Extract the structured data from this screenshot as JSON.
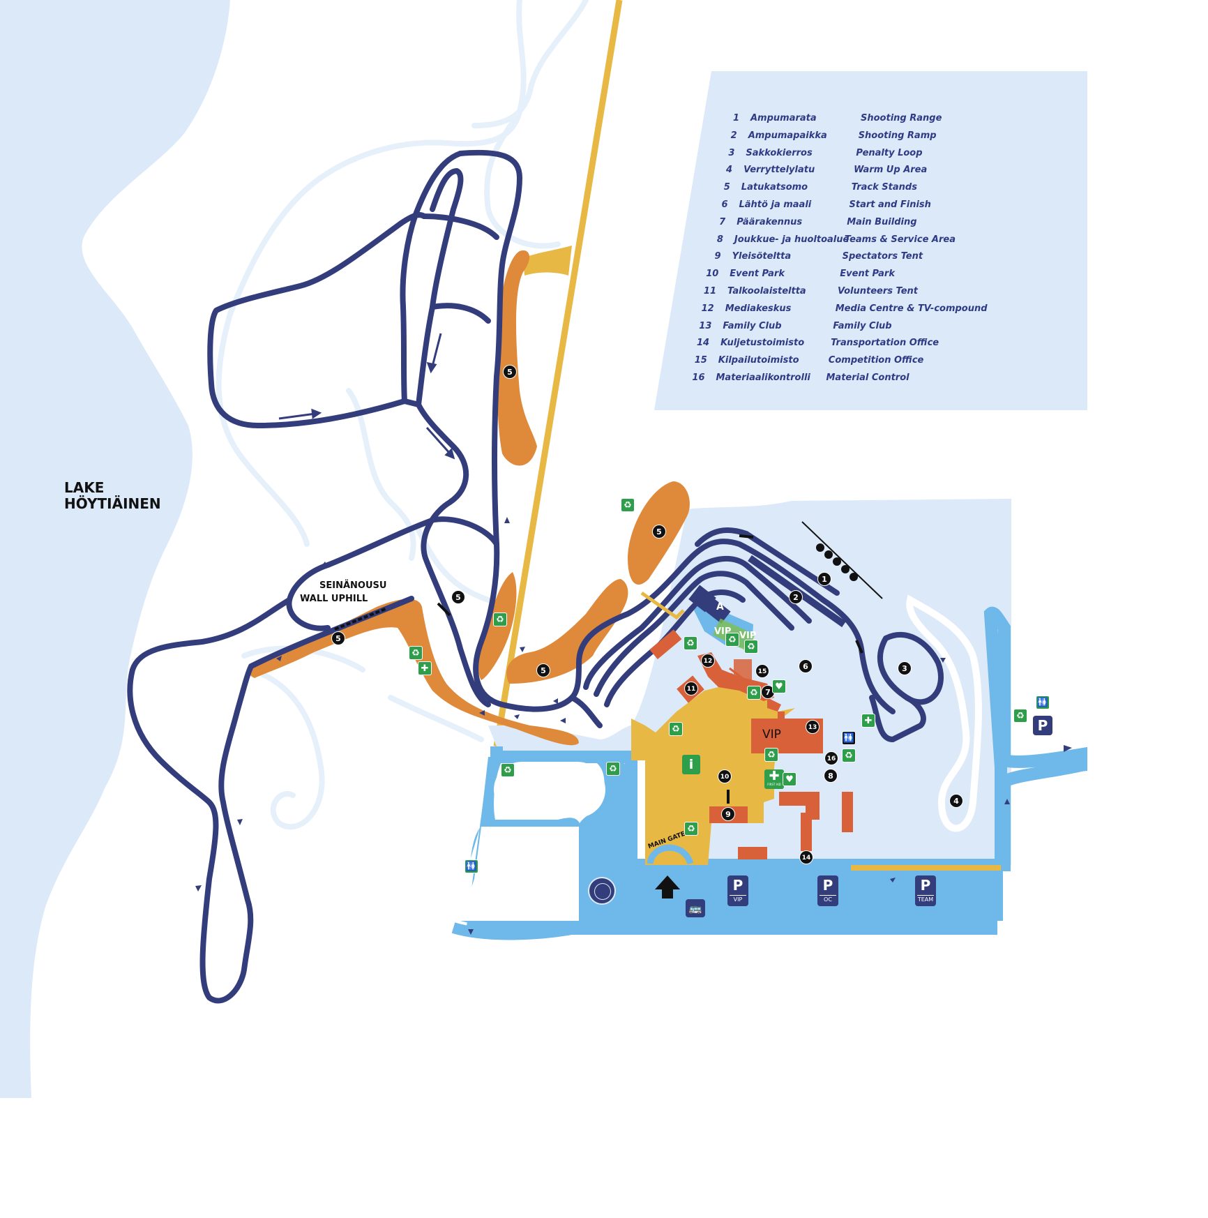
{
  "labels": {
    "lake_line1": "LAKE",
    "lake_line2": "HÖYTIÄINEN",
    "wall_fi": "SEINÄNOUSU",
    "wall_en": "WALL UPHILL",
    "main_gate": "MAIN GATE",
    "vip_building": "VIP",
    "vip_tent_1": "VIP",
    "vip_tent_2": "VIP",
    "area_a": "A",
    "info": "i",
    "first_aid": "FIRST AID"
  },
  "parking": [
    {
      "symbol": "P",
      "sub": "VIP"
    },
    {
      "symbol": "P",
      "sub": "OC"
    },
    {
      "symbol": "P",
      "sub": "TEAM"
    },
    {
      "symbol": "P",
      "sub": ""
    }
  ],
  "legend": [
    {
      "num": "1",
      "fi": "Ampumarata",
      "en": "Shooting Range"
    },
    {
      "num": "2",
      "fi": "Ampumapaikka",
      "en": "Shooting Ramp"
    },
    {
      "num": "3",
      "fi": "Sakkokierros",
      "en": "Penalty Loop"
    },
    {
      "num": "4",
      "fi": "Verryttelylatu",
      "en": "Warm Up Area"
    },
    {
      "num": "5",
      "fi": "Latukatsomo",
      "en": "Track Stands"
    },
    {
      "num": "6",
      "fi": "Lähtö ja maali",
      "en": "Start and Finish"
    },
    {
      "num": "7",
      "fi": "Päärakennus",
      "en": "Main Building"
    },
    {
      "num": "8",
      "fi": "Joukkue- ja huoltoalue",
      "en": "Teams & Service Area"
    },
    {
      "num": "9",
      "fi": "Yleisöteltta",
      "en": "Spectators Tent"
    },
    {
      "num": "10",
      "fi": "Event Park",
      "en": "Event Park"
    },
    {
      "num": "11",
      "fi": "Talkoolaisteltta",
      "en": "Volunteers Tent"
    },
    {
      "num": "12",
      "fi": "Mediakeskus",
      "en": "Media Centre & TV-compound"
    },
    {
      "num": "13",
      "fi": "Family Club",
      "en": "Family Club"
    },
    {
      "num": "14",
      "fi": "Kuljetustoimisto",
      "en": "Transportation Office"
    },
    {
      "num": "15",
      "fi": "Kilpailutoimisto",
      "en": "Competition Office"
    },
    {
      "num": "16",
      "fi": "Materiaalikontrolli",
      "en": "Material Control"
    }
  ],
  "markers": [
    "1",
    "2",
    "3",
    "4",
    "5",
    "5",
    "5",
    "5",
    "5",
    "6",
    "7",
    "8",
    "9",
    "10",
    "11",
    "12",
    "13",
    "14",
    "15",
    "16"
  ],
  "colors": {
    "lake": "#dbe9f8",
    "track": "#333d7c",
    "stand": "#de8a3a",
    "road": "#e8b844",
    "water_road": "#6eb8ea",
    "building": "#d8613a",
    "green": "#2f9e4a",
    "park_blue": "#333d7c"
  }
}
